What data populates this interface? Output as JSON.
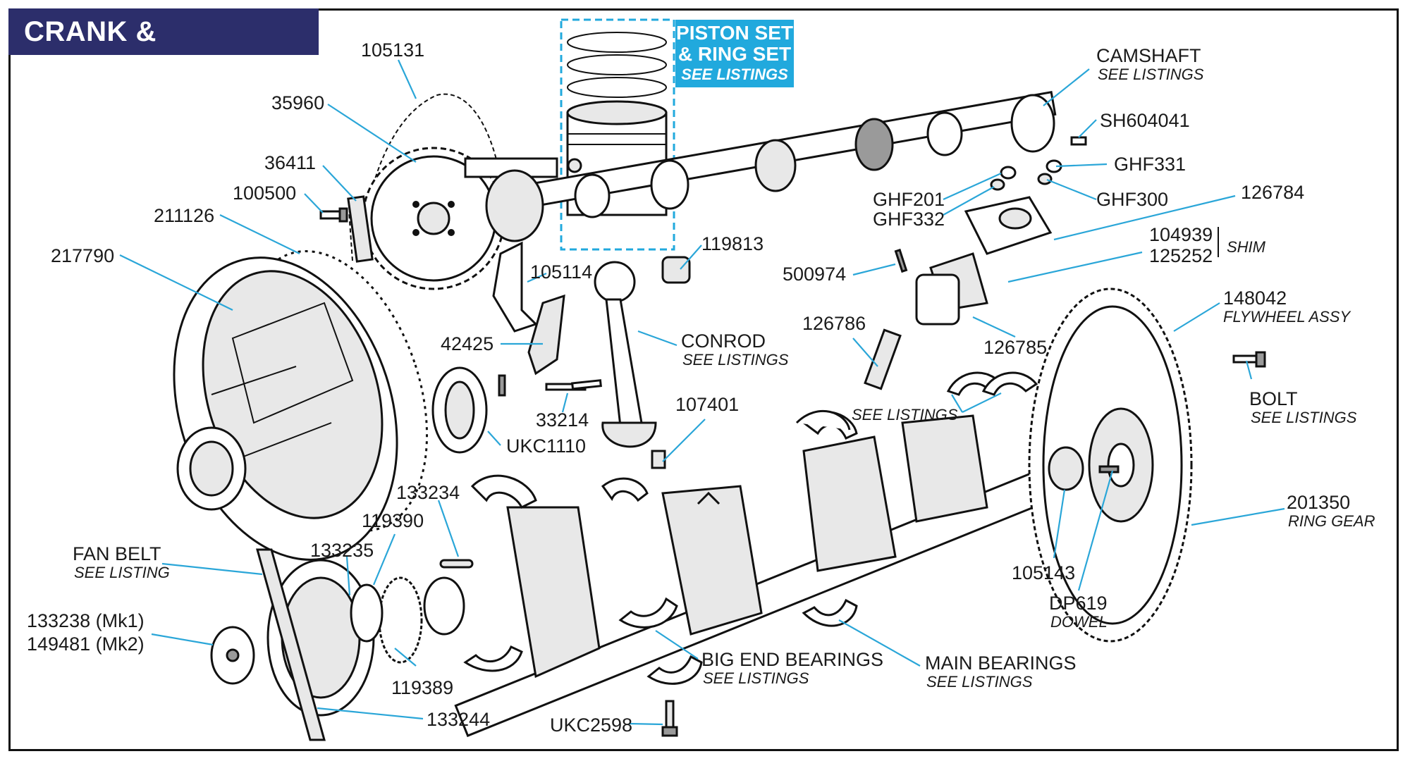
{
  "diagram": {
    "title": "CRANK & CAMSHAFT",
    "piston_callout": {
      "line1": "PISTON SET",
      "line2": "& RING  SET",
      "line3": "SEE LISTINGS"
    },
    "labels": {
      "p105131": "105131",
      "p35960": "35960",
      "p36411": "36411",
      "p100500": "100500",
      "p211126": "211126",
      "p217790": "217790",
      "p105114": "105114",
      "p119813": "119813",
      "p42425": "42425",
      "conrod": "CONROD",
      "conrod_sub": "SEE LISTINGS",
      "p33214": "33214",
      "ukc1110": "UKC1110",
      "p107401": "107401",
      "p133234": "133234",
      "p119390": "119390",
      "p133235": "133235",
      "fanbelt": "FAN BELT",
      "fanbelt_sub": "SEE LISTING",
      "p133238": "133238 (Mk1)",
      "p149481": "149481 (Mk2)",
      "p119389": "119389",
      "p133244": "133244",
      "ukc2598": "UKC2598",
      "bigend": "BIG END BEARINGS",
      "bigend_sub": "SEE LISTINGS",
      "mainbear": "MAIN BEARINGS",
      "mainbear_sub": "SEE LISTINGS",
      "camshaft": "CAMSHAFT",
      "camshaft_sub": "SEE LISTINGS",
      "sh604041": "SH604041",
      "ghf331": "GHF331",
      "ghf201": "GHF201",
      "ghf332": "GHF332",
      "ghf300": "GHF300",
      "p126784": "126784",
      "p104939": "104939",
      "p125252": "125252",
      "shim": "SHIM",
      "p500974": "500974",
      "p126786": "126786",
      "p126785": "126785",
      "thrust_sub": "SEE LISTINGS",
      "p148042": "148042",
      "flywheel_sub": "FLYWHEEL ASSY",
      "bolt": "BOLT",
      "bolt_sub": "SEE LISTINGS",
      "p201350": "201350",
      "ringgear_sub": "RING GEAR",
      "p105143": "105143",
      "dp619": "DP619",
      "dowel_sub": "DOWEL"
    },
    "colors": {
      "title_bg": "#2c2e6b",
      "callout_bg": "#21a9dd",
      "leader": "#2aa6d8"
    }
  }
}
